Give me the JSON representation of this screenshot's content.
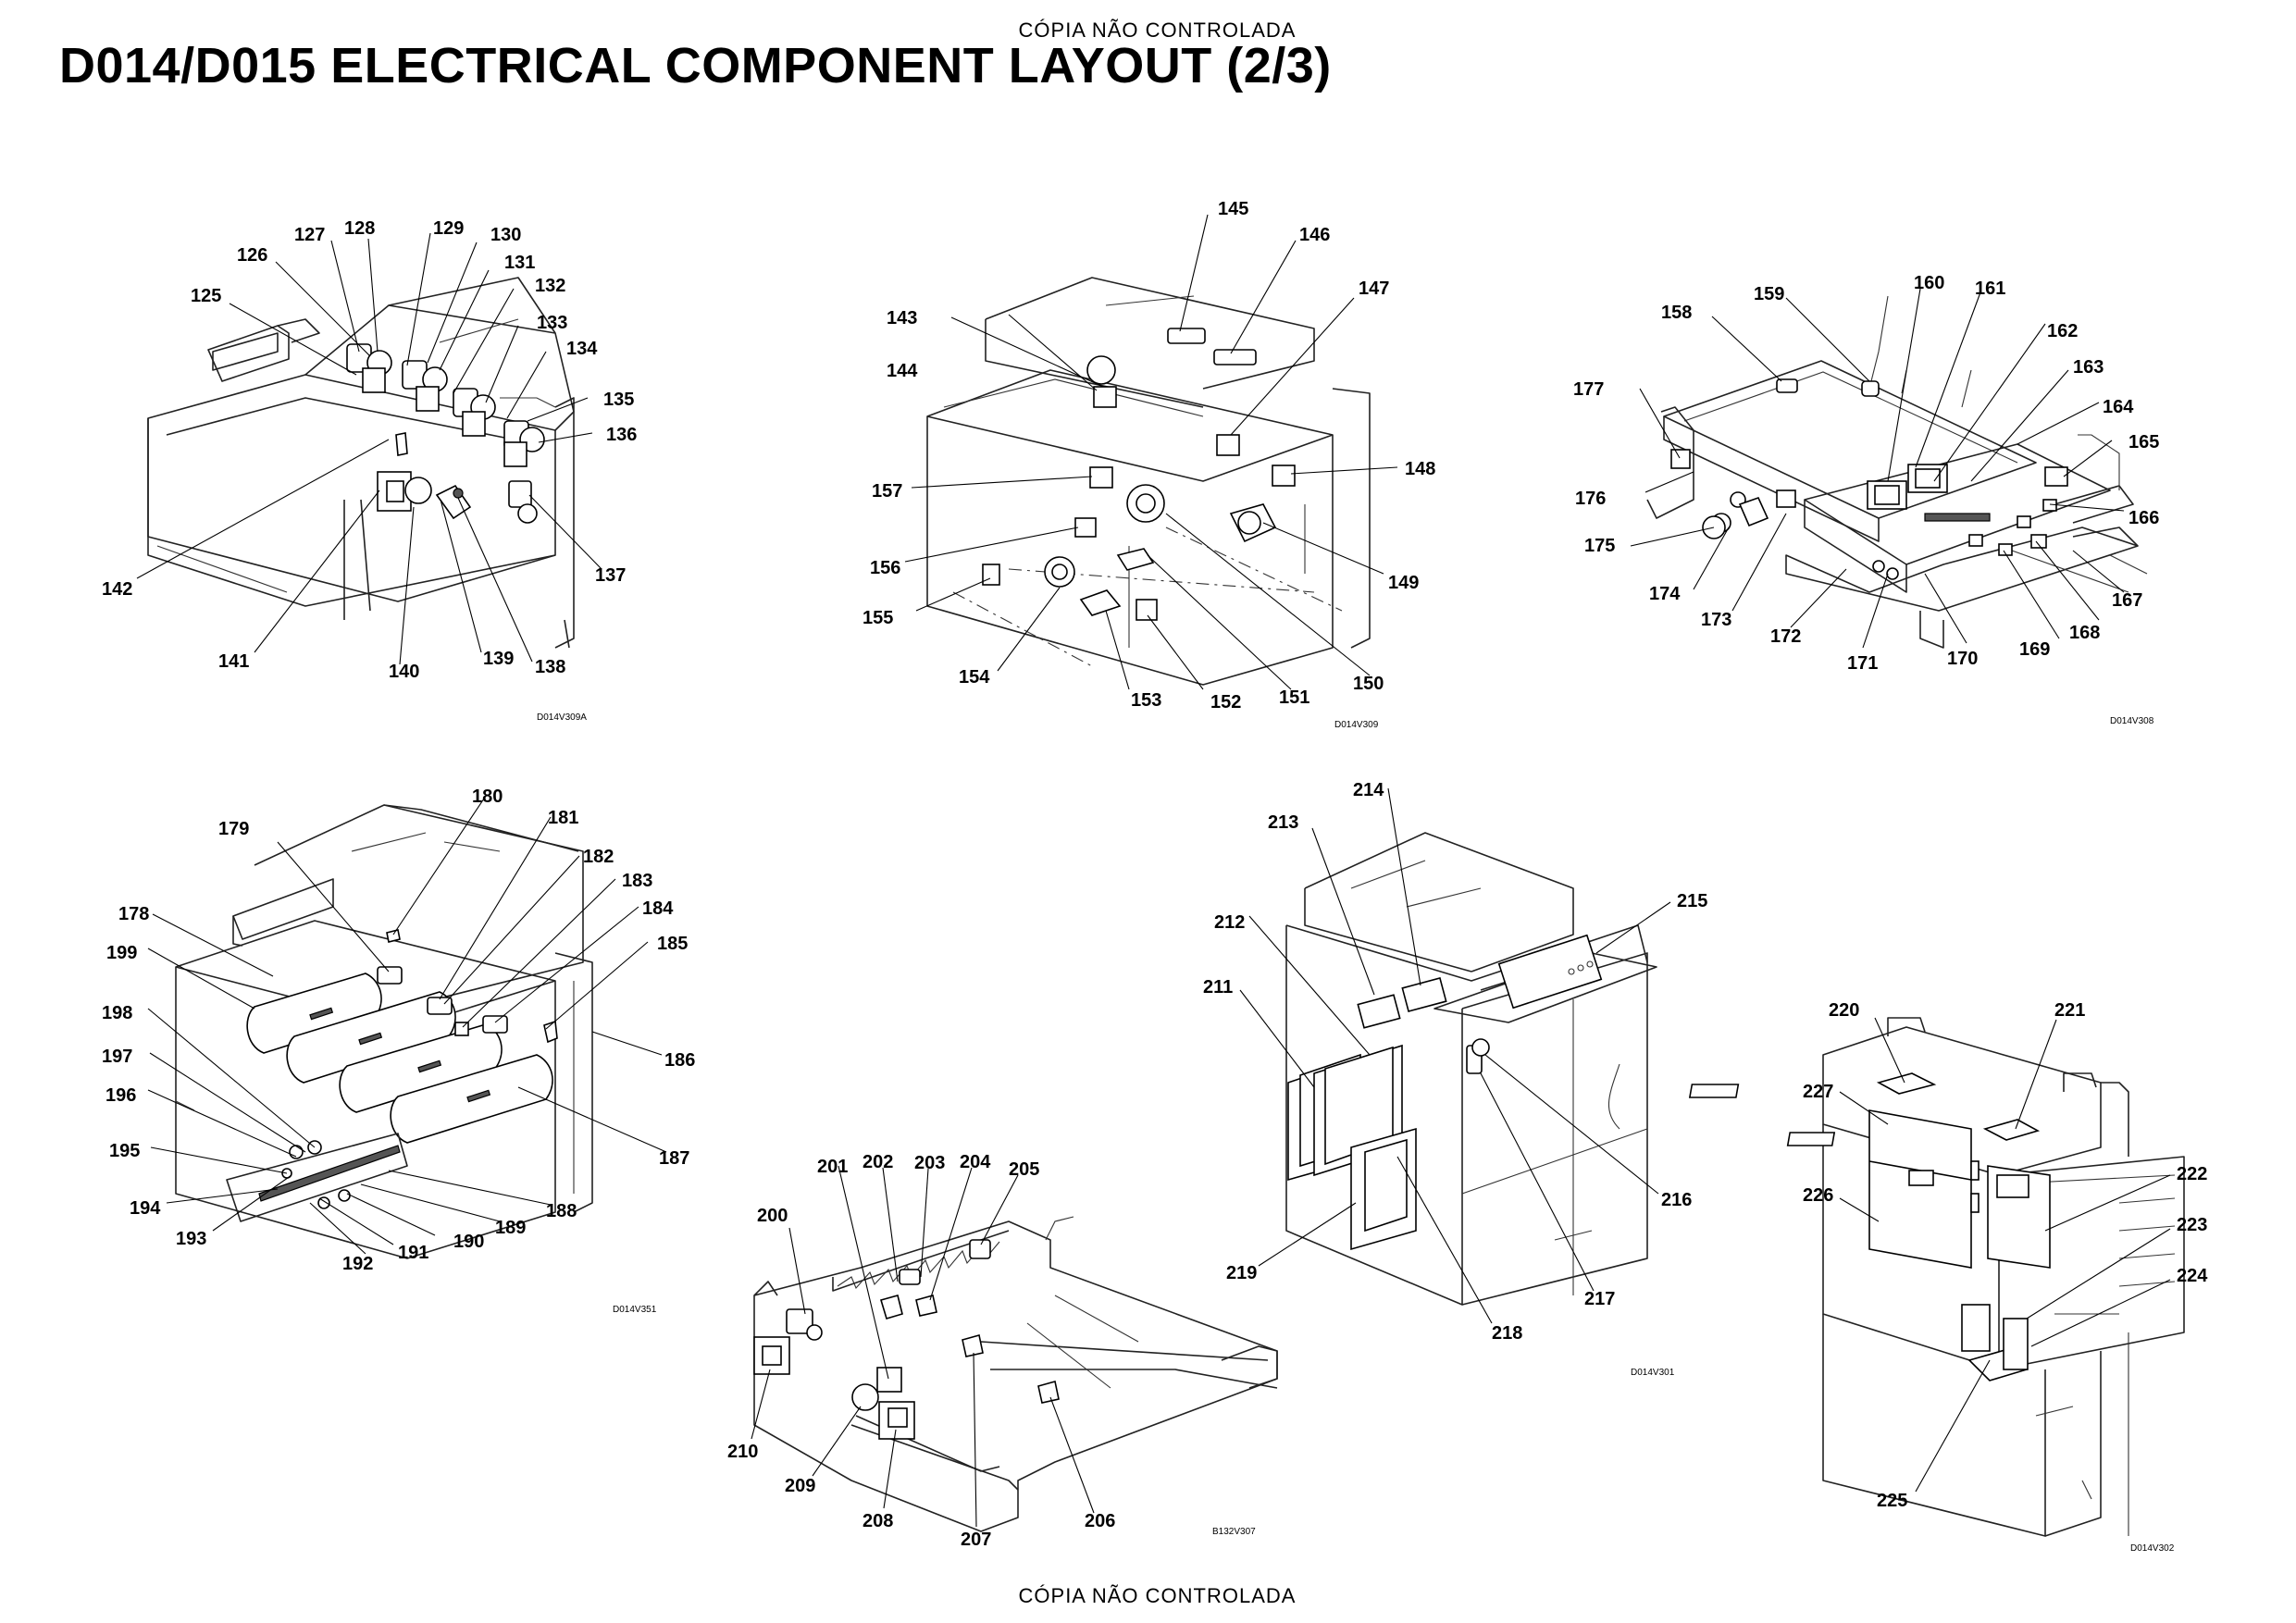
{
  "watermark": {
    "top": "CÓPIA NÃO CONTROLADA",
    "bottom": "CÓPIA NÃO CONTROLADA"
  },
  "title": "D014/D015 ELECTRICAL COMPONENT LAYOUT (2/3)",
  "figure_codes": {
    "fig1": "D014V309A",
    "fig2": "D014V309",
    "fig3": "D014V308",
    "fig4": "D014V351",
    "fig5": "B132V307",
    "fig6": "D014V301",
    "fig7": "D014V302"
  },
  "callouts": {
    "fig1": [
      "125",
      "126",
      "127",
      "128",
      "129",
      "130",
      "131",
      "132",
      "133",
      "134",
      "135",
      "136",
      "137",
      "138",
      "139",
      "140",
      "141",
      "142"
    ],
    "fig2": [
      "143",
      "144",
      "145",
      "146",
      "147",
      "148",
      "149",
      "150",
      "151",
      "152",
      "153",
      "154",
      "155",
      "156",
      "157"
    ],
    "fig3": [
      "158",
      "159",
      "160",
      "161",
      "162",
      "163",
      "164",
      "165",
      "166",
      "167",
      "168",
      "169",
      "170",
      "171",
      "172",
      "173",
      "174",
      "175",
      "176",
      "177"
    ],
    "fig4": [
      "178",
      "179",
      "180",
      "181",
      "182",
      "183",
      "184",
      "185",
      "186",
      "187",
      "188",
      "189",
      "190",
      "191",
      "192",
      "193",
      "194",
      "195",
      "196",
      "197",
      "198",
      "199"
    ],
    "fig5": [
      "200",
      "201",
      "202",
      "203",
      "204",
      "205",
      "206",
      "207",
      "208",
      "209",
      "210"
    ],
    "fig6": [
      "211",
      "212",
      "213",
      "214",
      "215",
      "216",
      "217",
      "218",
      "219"
    ],
    "fig7": [
      "220",
      "221",
      "222",
      "223",
      "224",
      "225",
      "226",
      "227"
    ]
  }
}
